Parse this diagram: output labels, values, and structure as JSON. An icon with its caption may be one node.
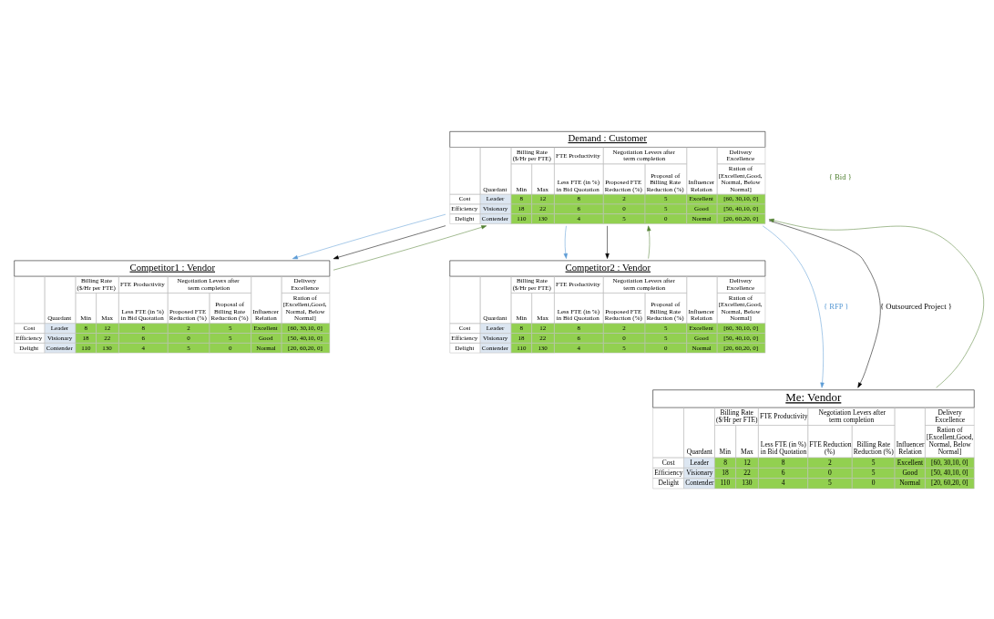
{
  "diagram": {
    "nodes": [
      {
        "text": [
          "Demand : Customer",
          "Quardant",
          "Billing Rate ($/Hr per FTE)",
          "FTE Productivity",
          "Negotiation Levers after term completion",
          "Delivery Excellence",
          "Min",
          "Max",
          "Less FTE (in %) in Bid Quotation",
          "Proposed FTE Reduction (%)",
          "Proposal of Billing Rate Reduction (%)",
          "Influencer Relation",
          "Ration of [Excellent,Good, Normal, Below Normal]",
          "Cost",
          "Leader",
          "8",
          "12",
          "8",
          "2",
          "5",
          "Excellent",
          "[60, 30,10, 0]",
          "Efficiency",
          "Visionary",
          "18",
          "22",
          "6",
          "0",
          "5",
          "Good",
          "[50, 40,10, 0]",
          "Delight",
          "Contender",
          "110",
          "130",
          "4",
          "5",
          "0",
          "Normal",
          "[20, 60,20, 0]"
        ]
      },
      {
        "text": [
          "Competitor1 : Vendor",
          "Quardant",
          "Billing Rate ($/Hr per FTE)",
          "FTE Productivity",
          "Negotiation Levers after term completion",
          "Delivery Excellence",
          "Min",
          "Max",
          "Less FTE (in %) in Bid Quotation",
          "Proposed FTE Reduction (%)",
          "Proposal of Billing Rate Reduction (%)",
          "Influencer Relation",
          "Ration of [Excellent,Good, Normal, Below Normal]",
          "Cost",
          "Leader",
          "8",
          "12",
          "8",
          "2",
          "5",
          "Excellent",
          "[60, 30,10, 0]",
          "Efficiency",
          "Visionary",
          "18",
          "22",
          "6",
          "0",
          "5",
          "Good",
          "[50, 40,10, 0]",
          "Delight",
          "Contender",
          "110",
          "130",
          "4",
          "5",
          "0",
          "Normal",
          "[20, 60,20, 0]"
        ]
      },
      {
        "text": [
          "Competitor2 : Vendor",
          "Quardant",
          "Billing Rate ($/Hr per FTE)",
          "FTE Productivity",
          "Negotiation Levers after term completion",
          "Delivery Excellence",
          "Min",
          "Max",
          "Less FTE (in %) in Bid Quotation",
          "Proposed FTE Reduction (%)",
          "Proposal of Billing Rate Reduction (%)",
          "Influencer Relation",
          "Ration of [Excellent,Good, Normal, Below Normal]",
          "Cost",
          "Leader",
          "8",
          "12",
          "8",
          "2",
          "5",
          "Excellent",
          "[60, 30,10, 0]",
          "Efficiency",
          "Visionary",
          "18",
          "22",
          "6",
          "0",
          "5",
          "Good",
          "[50, 40,10, 0]",
          "Delight",
          "Contender",
          "110",
          "130",
          "4",
          "5",
          "0",
          "Normal",
          "[20, 60,20, 0]"
        ]
      },
      {
        "text": [
          "Me: Vendor",
          "Quardant",
          "Billing Rate ($/Hr per FTE)",
          "FTE Productivity",
          "Negotiation Levers after term completion",
          "Delivery Excellence",
          "Min",
          "Max",
          "Less FTE (in %) in Bid Quotation",
          "FTE Reduction (%)",
          "Billing Rate Reduction (%)",
          "Influencer Relation",
          "Ration of [Excellent,Good, Normal, Below Normal]",
          "Cost",
          "Leader",
          "8",
          "12",
          "8",
          "2",
          "5",
          "Excellent",
          "[60, 30,10, 0]",
          "Efficiency",
          "Visionary",
          "18",
          "22",
          "6",
          "0",
          "5",
          "Good",
          "[50, 40,10, 0]",
          "Delight",
          "Contender",
          "110",
          "130",
          "4",
          "5",
          "0",
          "Normal",
          "[20, 60,20, 0]"
        ]
      }
    ],
    "edges": [
      {
        "from": 0,
        "to": 1,
        "arrow": "to",
        "color": "#5b9bd5"
      },
      {
        "from": 0,
        "to": 1,
        "arrow": "to",
        "color": "#000000"
      },
      {
        "from": 0,
        "to": 2,
        "arrow": "to",
        "color": "#5b9bd5"
      },
      {
        "from": 0,
        "to": 2,
        "arrow": "to",
        "color": "#000000"
      },
      {
        "from": 0,
        "to": 3,
        "arrow": "to",
        "color": "#5b9bd5",
        "label": "{ RFP }"
      },
      {
        "from": 0,
        "to": 3,
        "arrow": "to",
        "color": "#000000",
        "label": "{ Outsourced Project }"
      },
      {
        "from": 1,
        "to": 0,
        "arrow": "to",
        "color": "#548235"
      },
      {
        "from": 2,
        "to": 0,
        "arrow": "to",
        "color": "#548235"
      },
      {
        "from": 3,
        "to": 0,
        "arrow": "to",
        "color": "#548235"
      }
    ],
    "labels": [
      "{ Bid }"
    ]
  }
}
